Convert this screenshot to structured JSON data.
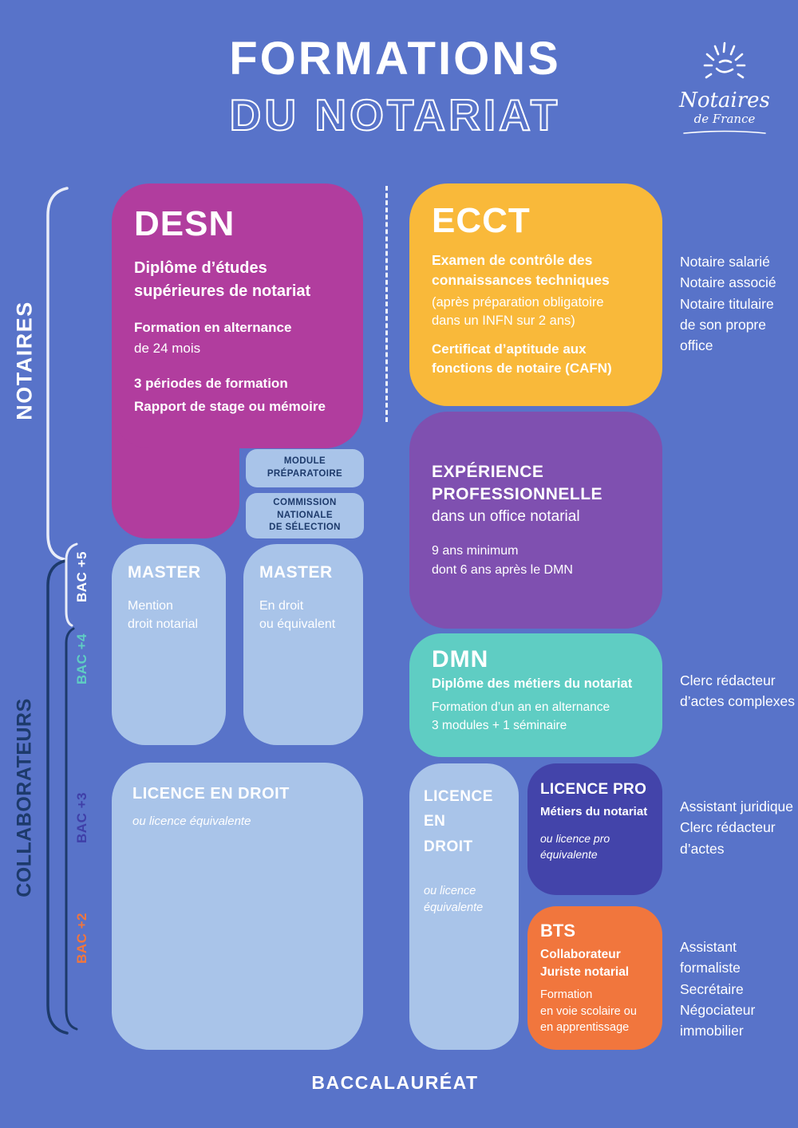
{
  "colors": {
    "background": "#5873c9",
    "magenta": "#b13d9e",
    "yellow": "#f9b93a",
    "purple": "#7f50b0",
    "teal": "#5fcdc3",
    "light_blue": "#a9c4e9",
    "indigo": "#4344aa",
    "orange": "#f1763d",
    "navy": "#1d3a6b",
    "white": "#ffffff"
  },
  "header": {
    "title_line1": "FORMATIONS",
    "title_line2": "DU NOTARIAT"
  },
  "logo": {
    "icon": "sun-scribble-icon",
    "name": "Notaires",
    "region": "de France"
  },
  "left_rail": {
    "group_top": "NOTAIRES",
    "group_bottom": "COLLABORATEURS",
    "bac_plus_5": "BAC +5",
    "bac_plus_4": "BAC +4",
    "bac_plus_3": "BAC +3",
    "bac_plus_2": "BAC +2"
  },
  "desn": {
    "title": "DESN",
    "subtitle": "Diplôme d’études\nsupérieures de notariat",
    "alternance_title": "Formation en alternance",
    "alternance_detail": "de 24 mois",
    "lines_bold": "3 périodes de formation\nRapport de stage ou mémoire"
  },
  "pills": {
    "module": "MODULE\nPRÉPARATOIRE",
    "commission": "COMMISSION\nNATIONALE\nDE SÉLECTION"
  },
  "master_left": {
    "title": "MASTER",
    "detail": "Mention\ndroit notarial"
  },
  "master_right": {
    "title": "MASTER",
    "detail": "En droit\nou équivalent"
  },
  "licence_left": {
    "title": "LICENCE EN DROIT",
    "detail": "ou licence équivalente"
  },
  "ecct": {
    "title": "ECCT",
    "exam": "Examen de contrôle des\nconnaissances techniques",
    "prep": "(après préparation obligatoire\ndans un INFN sur 2 ans)",
    "cafn": "Certificat d’aptitude aux\nfonctions de notaire (CAFN)",
    "annotation": "Notaire salarié\nNotaire associé\nNotaire titulaire\nde son propre\noffice"
  },
  "experience": {
    "title": "EXPÉRIENCE\nPROFESSIONNELLE",
    "subtitle": "dans un office notarial",
    "detail": "9 ans minimum\ndont 6 ans après le DMN"
  },
  "dmn": {
    "title": "DMN",
    "subtitle": "Diplôme des métiers du notariat",
    "detail": "Formation d’un an en alternance\n3 modules + 1 séminaire",
    "annotation": "Clerc rédacteur\nd’actes complexes"
  },
  "licence_right": {
    "title": "LICENCE\nEN\nDROIT",
    "detail": "ou licence\néquivalente"
  },
  "licence_pro": {
    "title": "LICENCE PRO",
    "subtitle": "Métiers du notariat",
    "detail": "ou licence pro\néquivalente",
    "annotation": "Assistant juridique\nClerc rédacteur\nd’actes"
  },
  "bts": {
    "title": "BTS",
    "subtitle": "Collaborateur\nJuriste notarial",
    "detail": "Formation\nen voie scolaire ou\nen apprentissage",
    "annotation": "Assistant formaliste\nSecrétaire\nNégociateur\nimmobilier"
  },
  "footer": {
    "label": "BACCALAURÉAT"
  }
}
